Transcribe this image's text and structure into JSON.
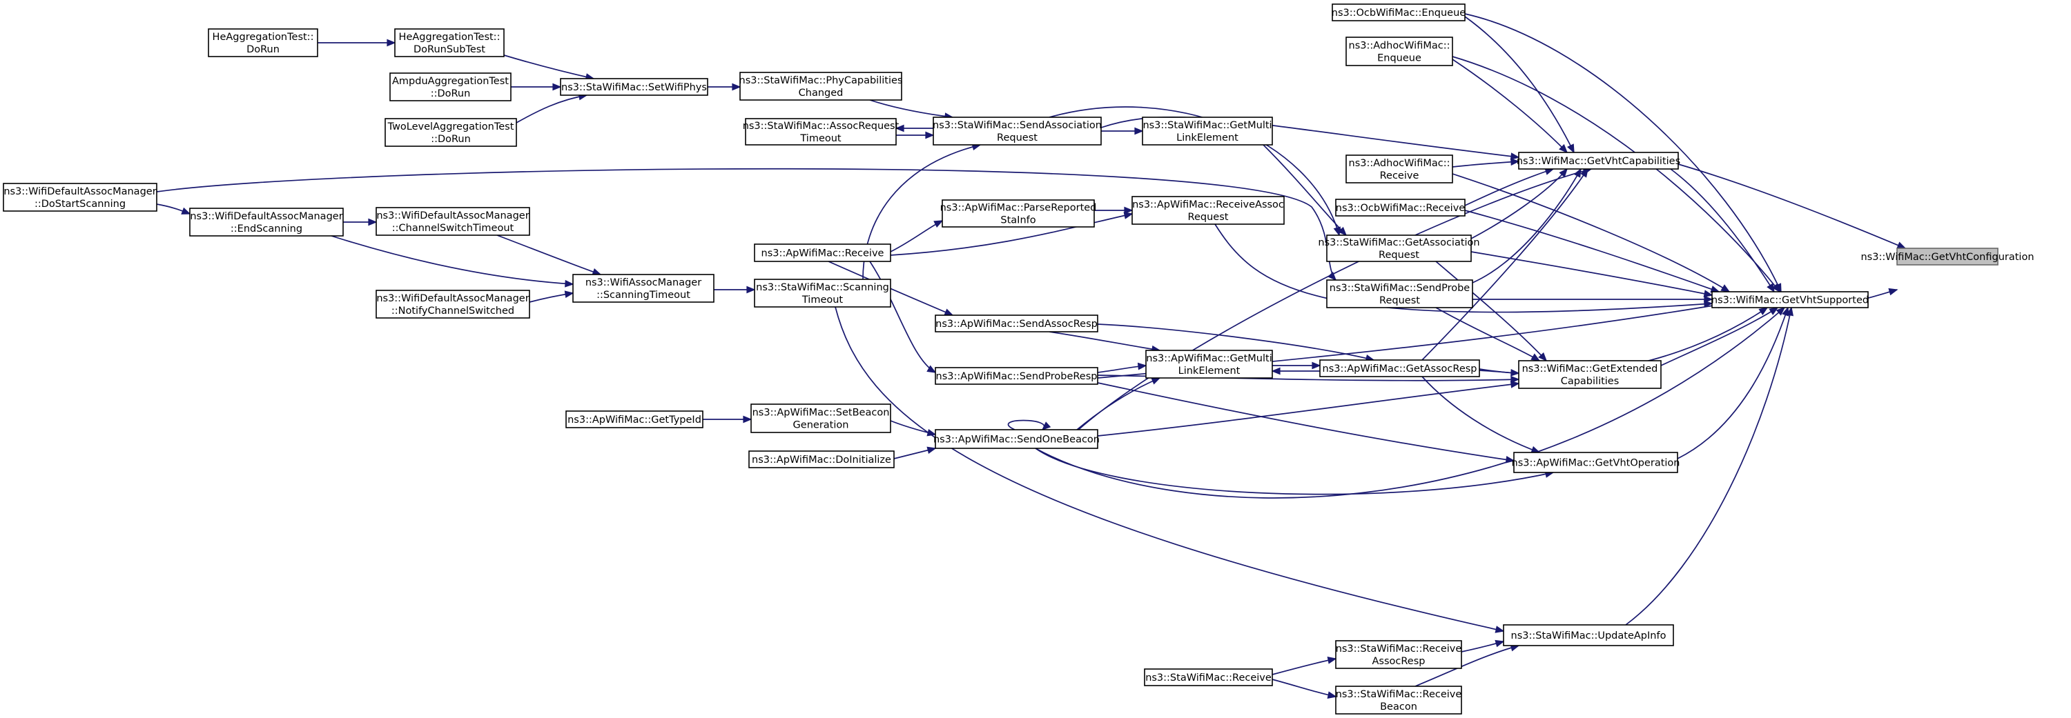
{
  "diagram": {
    "type": "call-graph",
    "nodes": [
      {
        "id": "getvhtconf",
        "lines": [
          "ns3::WifiMac::GetVhtConfiguration"
        ],
        "highlight": true
      },
      {
        "id": "getvhtsupp",
        "lines": [
          "ns3::WifiMac::GetVhtSupported"
        ]
      },
      {
        "id": "getvhtcap",
        "lines": [
          "ns3::WifiMac::GetVhtCapabilities"
        ]
      },
      {
        "id": "getextcap",
        "lines": [
          "ns3::WifiMac::GetExtended",
          "Capabilities"
        ]
      },
      {
        "id": "apgetvhtop",
        "lines": [
          "ns3::ApWifiMac::GetVhtOperation"
        ]
      },
      {
        "id": "updateapinfo",
        "lines": [
          "ns3::StaWifiMac::UpdateApInfo"
        ]
      },
      {
        "id": "ocbenqueue",
        "lines": [
          "ns3::OcbWifiMac::Enqueue"
        ]
      },
      {
        "id": "adhocenqueue",
        "lines": [
          "ns3::AdhocWifiMac::",
          "Enqueue"
        ]
      },
      {
        "id": "adhocreceive",
        "lines": [
          "ns3::AdhocWifiMac::",
          "Receive"
        ]
      },
      {
        "id": "ocbreceive",
        "lines": [
          "ns3::OcbWifiMac::Receive"
        ]
      },
      {
        "id": "stagetassocreq",
        "lines": [
          "ns3::StaWifiMac::GetAssociation",
          "Request"
        ]
      },
      {
        "id": "stasendprobe",
        "lines": [
          "ns3::StaWifiMac::SendProbe",
          "Request"
        ]
      },
      {
        "id": "apgetassocresp",
        "lines": [
          "ns3::ApWifiMac::GetAssocResp"
        ]
      },
      {
        "id": "apgetmultilink",
        "lines": [
          "ns3::ApWifiMac::GetMulti",
          "LinkElement"
        ]
      },
      {
        "id": "apsendoneb",
        "lines": [
          "ns3::ApWifiMac::SendOneBeacon"
        ]
      },
      {
        "id": "apsendprobe",
        "lines": [
          "ns3::ApWifiMac::SendProbeResp"
        ]
      },
      {
        "id": "apsendassoc",
        "lines": [
          "ns3::ApWifiMac::SendAssocResp"
        ]
      },
      {
        "id": "aprecvassoc",
        "lines": [
          "ns3::ApWifiMac::ReceiveAssoc",
          "Request"
        ]
      },
      {
        "id": "apparse",
        "lines": [
          "ns3::ApWifiMac::ParseReported",
          "StaInfo"
        ]
      },
      {
        "id": "apreceive",
        "lines": [
          "ns3::ApWifiMac::Receive"
        ]
      },
      {
        "id": "stagetmultilink",
        "lines": [
          "ns3::StaWifiMac::GetMulti",
          "LinkElement"
        ]
      },
      {
        "id": "stasendassoc",
        "lines": [
          "ns3::StaWifiMac::SendAssociation",
          "Request"
        ]
      },
      {
        "id": "staassoctimeout",
        "lines": [
          "ns3::StaWifiMac::AssocRequest",
          "Timeout"
        ]
      },
      {
        "id": "staphycap",
        "lines": [
          "ns3::StaWifiMac::PhyCapabilities",
          "Changed"
        ]
      },
      {
        "id": "stasetphys",
        "lines": [
          "ns3::StaWifiMac::SetWifiPhys"
        ]
      },
      {
        "id": "hesubtest",
        "lines": [
          "HeAggregationTest::",
          "DoRunSubTest"
        ]
      },
      {
        "id": "hedorun",
        "lines": [
          "HeAggregationTest::",
          "DoRun"
        ]
      },
      {
        "id": "ampdudorun",
        "lines": [
          "AmpduAggregationTest",
          "::DoRun"
        ]
      },
      {
        "id": "twoleveldorun",
        "lines": [
          "TwoLevelAggregationTest",
          "::DoRun"
        ]
      },
      {
        "id": "stascantimeout",
        "lines": [
          "ns3::StaWifiMac::Scanning",
          "Timeout"
        ]
      },
      {
        "id": "assocmgrscan",
        "lines": [
          "ns3::WifiAssocManager",
          "::ScanningTimeout"
        ]
      },
      {
        "id": "defchanswitch",
        "lines": [
          "ns3::WifiDefaultAssocManager",
          "::ChannelSwitchTimeout"
        ]
      },
      {
        "id": "defnotify",
        "lines": [
          "ns3::WifiDefaultAssocManager",
          "::NotifyChannelSwitched"
        ]
      },
      {
        "id": "defendscan",
        "lines": [
          "ns3::WifiDefaultAssocManager",
          "::EndScanning"
        ]
      },
      {
        "id": "defstartscan",
        "lines": [
          "ns3::WifiDefaultAssocManager",
          "::DoStartScanning"
        ]
      },
      {
        "id": "setbeacongen",
        "lines": [
          "ns3::ApWifiMac::SetBeacon",
          "Generation"
        ]
      },
      {
        "id": "apgettypeid",
        "lines": [
          "ns3::ApWifiMac::GetTypeId"
        ]
      },
      {
        "id": "apdoinit",
        "lines": [
          "ns3::ApWifiMac::DoInitialize"
        ]
      },
      {
        "id": "starecvassocresp",
        "lines": [
          "ns3::StaWifiMac::Receive",
          "AssocResp"
        ]
      },
      {
        "id": "starecvbeacon",
        "lines": [
          "ns3::StaWifiMac::Receive",
          "Beacon"
        ]
      },
      {
        "id": "stareceive",
        "lines": [
          "ns3::StaWifiMac::Receive"
        ]
      }
    ]
  }
}
